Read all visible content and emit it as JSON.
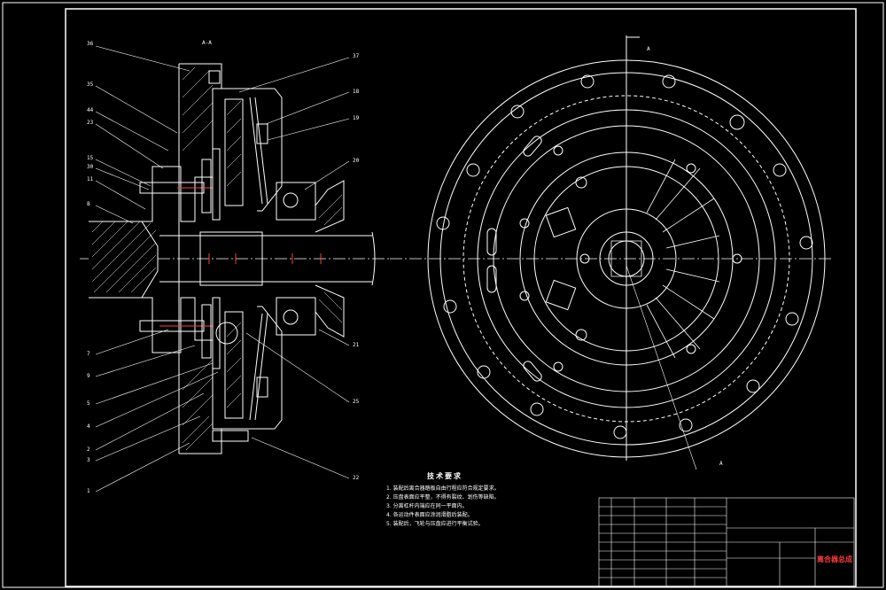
{
  "section_label": "A-A",
  "view_mark_top": "A",
  "view_mark_bottom": "A",
  "callouts_left": [
    "36",
    "35",
    "44",
    "23",
    "15",
    "30",
    "11",
    "8",
    "7",
    "9",
    "5",
    "4",
    "2",
    "3",
    "1"
  ],
  "callouts_right": [
    "37",
    "18",
    "19",
    "20",
    "21",
    "25",
    "22"
  ],
  "tech_title": "技术要求",
  "tech_lines": [
    "1. 装配后离合器踏板自由行程应符合规定要求。",
    "2. 压盘表面应平整，不得有裂纹、划伤等缺陷。",
    "3. 分离杠杆内端应在同一平面内。",
    "4. 各运动件表面应涂润滑脂后装配。",
    "5. 装配后，飞轮与压盘应进行平衡试验。"
  ],
  "title_block_name": "离合器总成",
  "colors": {
    "accent": "#ff3b3b",
    "line": "#ffffff",
    "background": "#000000"
  }
}
